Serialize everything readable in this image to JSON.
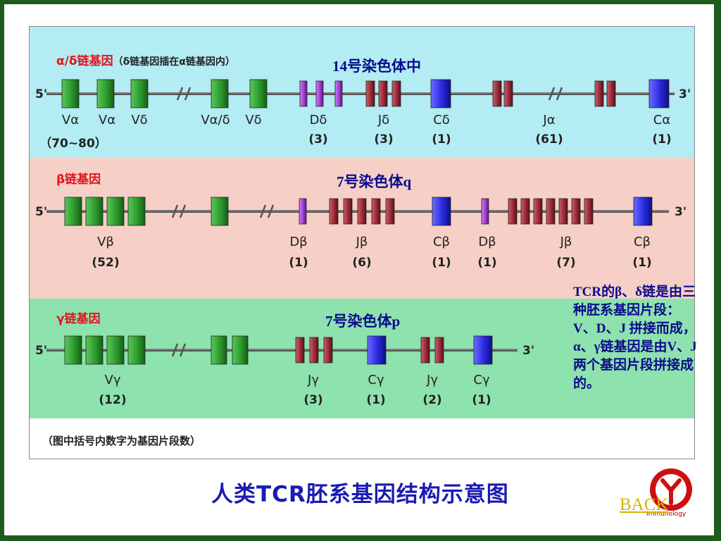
{
  "alpha_delta": {
    "heading": "α/δ链基因",
    "heading_note": "（δ链基因插在α链基因内）",
    "chromosome": "14号染色体中",
    "five_prime": "5'",
    "three_prime": "3'",
    "segments": [
      {
        "name": "Vα",
        "count": ""
      },
      {
        "name": "Vα",
        "count": ""
      },
      {
        "name": "Vδ",
        "count": ""
      },
      {
        "name": "Vα/δ",
        "count": ""
      },
      {
        "name": "Vδ",
        "count": ""
      },
      {
        "name": "Dδ",
        "count": "(3)"
      },
      {
        "name": "Jδ",
        "count": "(3)"
      },
      {
        "name": "Cδ",
        "count": "(1)"
      },
      {
        "name": "Jα",
        "count": "(61)"
      },
      {
        "name": "Cα",
        "count": "(1)"
      }
    ],
    "v_count_note": "（70~80）"
  },
  "beta": {
    "heading": "β链基因",
    "chromosome": "7号染色体q",
    "five_prime": "5'",
    "three_prime": "3'",
    "segments": [
      {
        "name": "Vβ",
        "count": "(52)"
      },
      {
        "name": "Dβ",
        "count": "(1)"
      },
      {
        "name": "Jβ",
        "count": "(6)"
      },
      {
        "name": "Cβ",
        "count": "(1)"
      },
      {
        "name": "Dβ",
        "count": "(1)"
      },
      {
        "name": "Jβ",
        "count": "(7)"
      },
      {
        "name": "Cβ",
        "count": "(1)"
      }
    ]
  },
  "gamma": {
    "heading": "γ链基因",
    "chromosome": "7号染色体p",
    "five_prime": "5'",
    "three_prime": "3'",
    "segments": [
      {
        "name": "Vγ",
        "count": "(12)"
      },
      {
        "name": "Jγ",
        "count": "(3)"
      },
      {
        "name": "Cγ",
        "count": "(1)"
      },
      {
        "name": "Jγ",
        "count": "(2)"
      },
      {
        "name": "Cγ",
        "count": "(1)"
      }
    ]
  },
  "footnote": "（图中括号内数字为基因片段数）",
  "side_note": "TCR的β、δ链是由三种胚系基因片段：V、D、J 拼接而成，α、γ链基因是由V、J 两个基因片段拼接成的。",
  "title": "人类TCR胚系基因结构示意图",
  "back_link": "BACK",
  "logo_text": "Immunology",
  "colors": {
    "v_segment": "#2e9a2e",
    "d_segment": "#a23cd8",
    "j_segment": "#9c2a38",
    "c_segment": "#2a2ae0",
    "panel_alpha": "#b3ecf2",
    "panel_beta": "#f6cfc6",
    "panel_gamma": "#8ee2ad",
    "heading_red": "#e0141e",
    "annotation_blue": "#0a0a8c"
  }
}
